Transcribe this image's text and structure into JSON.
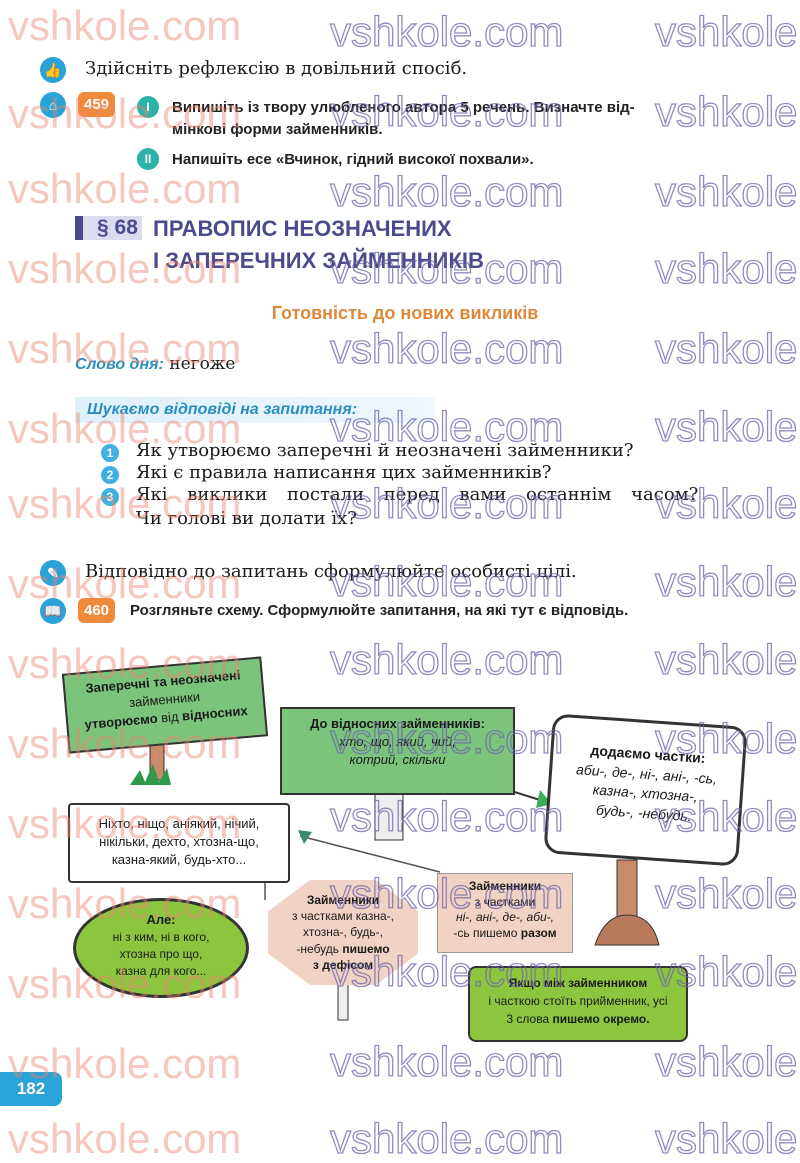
{
  "watermark": "vshkole.com",
  "reflection": {
    "text": "Здійсніть рефлексію в довільний спосіб."
  },
  "ex459": {
    "number": "459",
    "level1": "I",
    "task1_line1": "Випишіть із твору улюбленого автора 5 речень. Визначте від-",
    "task1_line2": "мінкові форми займенників.",
    "level2": "II",
    "task2": "Напишіть есе «Вчинок, гідний високої похвали»."
  },
  "section": {
    "number": "§ 68",
    "title_line1": "ПРАВОПИС НЕОЗНАЧЕНИХ",
    "title_line2": "І ЗАПЕРЕЧНИХ ЗАЙМЕННИКІВ",
    "subtitle": "Готовність до нових викликів"
  },
  "word_of_day": {
    "label": "Слово дня:",
    "value": "негоже"
  },
  "questions": {
    "heading": "Шукаємо відповіді на запитання:",
    "items": [
      {
        "n": "1",
        "text": "Як утворюємо заперечні й неозначені займенники?"
      },
      {
        "n": "2",
        "text": "Які є правила написання цих займенників?"
      },
      {
        "n": "3",
        "text": "Які виклики постали перед вами останнім часом?",
        "text2": "Чи голові ви долати їх?"
      }
    ]
  },
  "goals": {
    "text": "Відповідно до запитань сформулюйте особисті цілі."
  },
  "ex460": {
    "number": "460",
    "text": "Розгляньте схему. Сформулюйте запитання, на які тут є відповідь."
  },
  "diagram": {
    "sign1": {
      "l1": "Заперечні та неозначені",
      "l2": "займенники",
      "l3a": "утворюємо",
      "l3b": " від ",
      "l3c": "відносних"
    },
    "sign2": {
      "title": "До відносних займенників:",
      "l1": "хто, що, який, чий,",
      "l2": "котрий, скільки"
    },
    "sign3": {
      "title": "додаємо частки:",
      "l1": "аби-, де-, ні-, ані-, -сь,",
      "l2": "казна-, хтозна-,",
      "l3": "будь-, -небудь."
    },
    "scroll": {
      "l1": "Ніхто, ніщо, аніякий, нічий,",
      "l2": "нікільки, дехто, хтозна-що,",
      "l3": "казна-який, будь-хто..."
    },
    "oval": {
      "title": "Але:",
      "l1": "ні з ким, ні в кого,",
      "l2": "хтозна про що,",
      "l3": "казна для кого..."
    },
    "octagon": {
      "title": "Займенники",
      "l1": "з частками казна-,",
      "l2": "хтозна-, будь-,",
      "l3a": "-небудь ",
      "l3b": "пишемо",
      "l4": "з дефісом"
    },
    "box": {
      "title": "Займенники",
      "l1": "з частками",
      "l2": "ні-, ані-, де-, аби-,",
      "l3a": "-сь пишемо ",
      "l3b": "разом"
    },
    "banner": {
      "l1": "Якщо між займенником",
      "l2": "і часткою стоїть прийменник, усі",
      "l3a": "3 слова ",
      "l3b": "пишемо окремо."
    }
  },
  "page_number": "182",
  "colors": {
    "accent_blue": "#2aa3d8",
    "orange": "#ef8a3a",
    "teal": "#2bb3a8",
    "title_purple": "#4b4a8c",
    "subtitle_orange": "#e0883a",
    "sign_green": "#7cc47c",
    "lime": "#8cc63f",
    "pink": "#f2d2c4"
  }
}
